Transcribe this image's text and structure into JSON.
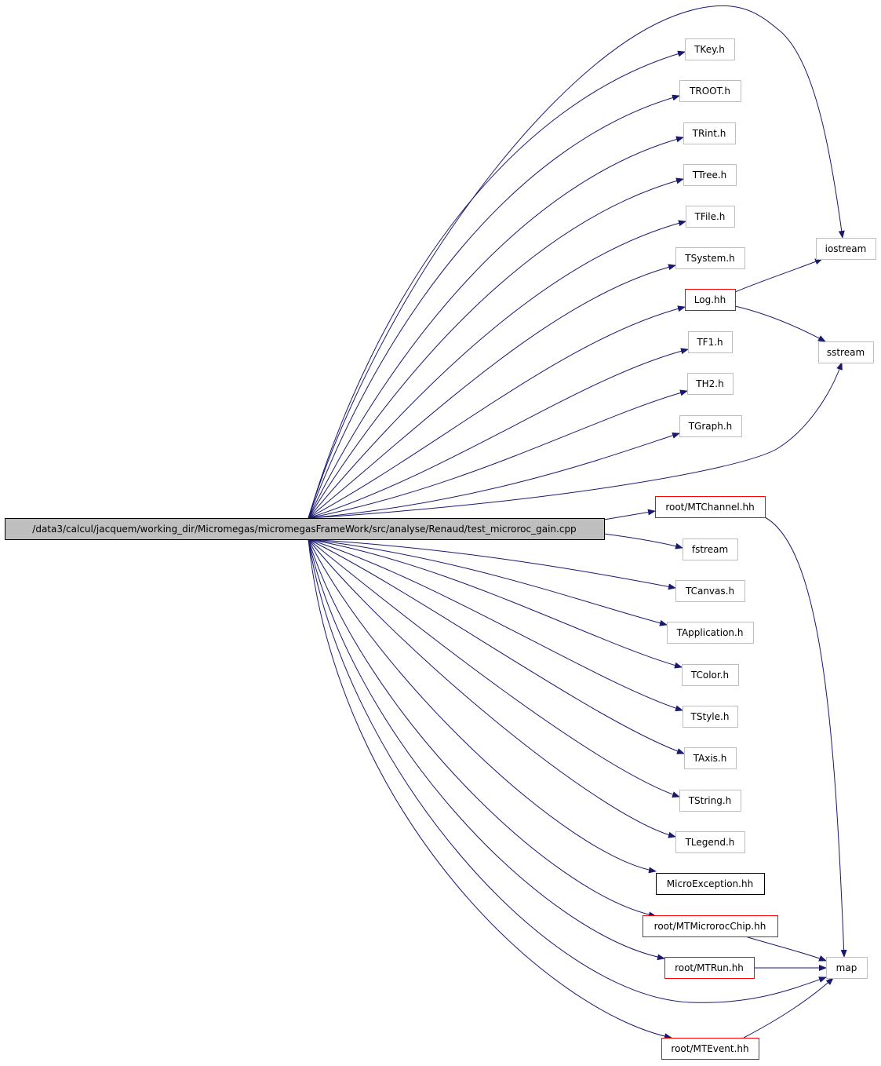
{
  "graph": {
    "root": {
      "label": "/data3/calcul/jacquem/working_dir/Micromegas/micromegasFrameWork/src/analyse/Renaud/test_microroc_gain.cpp"
    },
    "nodes": [
      {
        "id": "tkey",
        "label": "TKey.h",
        "kind": "external"
      },
      {
        "id": "troot",
        "label": "TROOT.h",
        "kind": "external"
      },
      {
        "id": "trint",
        "label": "TRint.h",
        "kind": "external"
      },
      {
        "id": "ttree",
        "label": "TTree.h",
        "kind": "external"
      },
      {
        "id": "tfile",
        "label": "TFile.h",
        "kind": "external"
      },
      {
        "id": "tsystem",
        "label": "TSystem.h",
        "kind": "external"
      },
      {
        "id": "log",
        "label": "Log.hh",
        "kind": "documented-incomplete"
      },
      {
        "id": "tf1",
        "label": "TF1.h",
        "kind": "external"
      },
      {
        "id": "th2",
        "label": "TH2.h",
        "kind": "external"
      },
      {
        "id": "tgraph",
        "label": "TGraph.h",
        "kind": "external"
      },
      {
        "id": "mtchannel",
        "label": "root/MTChannel.hh",
        "kind": "documented-incomplete"
      },
      {
        "id": "fstream",
        "label": "fstream",
        "kind": "external"
      },
      {
        "id": "tcanvas",
        "label": "TCanvas.h",
        "kind": "external"
      },
      {
        "id": "tapp",
        "label": "TApplication.h",
        "kind": "external"
      },
      {
        "id": "tcolor",
        "label": "TColor.h",
        "kind": "external"
      },
      {
        "id": "tstyle",
        "label": "TStyle.h",
        "kind": "external"
      },
      {
        "id": "taxis",
        "label": "TAxis.h",
        "kind": "external"
      },
      {
        "id": "tstring",
        "label": "TString.h",
        "kind": "external"
      },
      {
        "id": "tlegend",
        "label": "TLegend.h",
        "kind": "external"
      },
      {
        "id": "microexc",
        "label": "MicroException.hh",
        "kind": "documented"
      },
      {
        "id": "mtchip",
        "label": "root/MTMicrorocChip.hh",
        "kind": "documented-incomplete"
      },
      {
        "id": "mtrun",
        "label": "root/MTRun.hh",
        "kind": "documented-incomplete"
      },
      {
        "id": "mtevent",
        "label": "root/MTEvent.hh",
        "kind": "documented-incomplete"
      },
      {
        "id": "iostream",
        "label": "iostream",
        "kind": "external"
      },
      {
        "id": "sstream",
        "label": "sstream",
        "kind": "external"
      },
      {
        "id": "map",
        "label": "map",
        "kind": "external"
      }
    ],
    "edges": [
      [
        "root",
        "iostream"
      ],
      [
        "root",
        "tkey"
      ],
      [
        "root",
        "troot"
      ],
      [
        "root",
        "trint"
      ],
      [
        "root",
        "ttree"
      ],
      [
        "root",
        "tfile"
      ],
      [
        "root",
        "tsystem"
      ],
      [
        "root",
        "log"
      ],
      [
        "root",
        "tf1"
      ],
      [
        "root",
        "th2"
      ],
      [
        "root",
        "tgraph"
      ],
      [
        "root",
        "sstream"
      ],
      [
        "root",
        "mtchannel"
      ],
      [
        "root",
        "fstream"
      ],
      [
        "root",
        "tcanvas"
      ],
      [
        "root",
        "tapp"
      ],
      [
        "root",
        "tcolor"
      ],
      [
        "root",
        "tstyle"
      ],
      [
        "root",
        "taxis"
      ],
      [
        "root",
        "tstring"
      ],
      [
        "root",
        "tlegend"
      ],
      [
        "root",
        "microexc"
      ],
      [
        "root",
        "mtchip"
      ],
      [
        "root",
        "mtrun"
      ],
      [
        "root",
        "map"
      ],
      [
        "root",
        "mtevent"
      ],
      [
        "log",
        "iostream"
      ],
      [
        "log",
        "sstream"
      ],
      [
        "mtchannel",
        "map"
      ],
      [
        "mtchip",
        "map"
      ],
      [
        "mtrun",
        "map"
      ],
      [
        "mtevent",
        "map"
      ]
    ],
    "colors": {
      "edge": "#191970",
      "root_fill": "#bfbfbf",
      "root_border": "#000000",
      "external_border": "#bfbfbf",
      "documented_border": "#000000",
      "incomplete_border": "#ff0000",
      "text": "#000000"
    }
  }
}
